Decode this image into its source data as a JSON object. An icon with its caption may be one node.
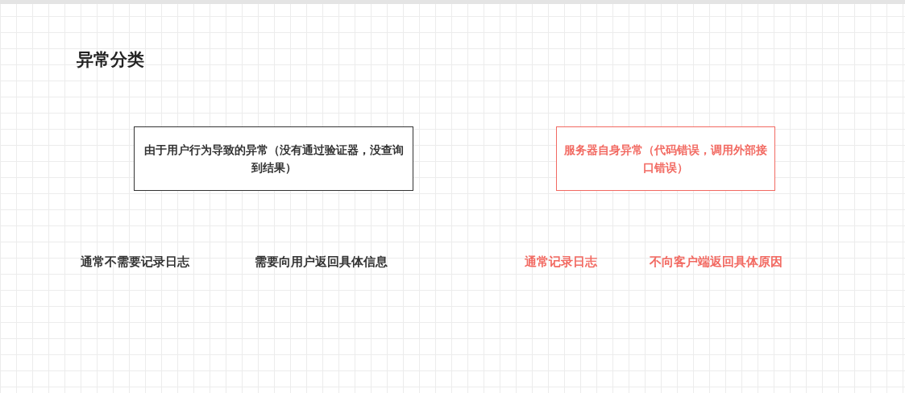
{
  "diagram": {
    "title": "异常分类",
    "nodes": [
      {
        "text": [
          "由于用户行为导致的异常（没有通过验证器，没查询到结果）"
        ]
      },
      {
        "text": [
          "服务器自身异常（代码错误，调用外部接口错误）"
        ]
      }
    ],
    "labels": [
      "通常不需要记录日志",
      "需要向用户返回具体信息",
      "通常记录日志",
      "不向客户端返回具体原因"
    ]
  }
}
